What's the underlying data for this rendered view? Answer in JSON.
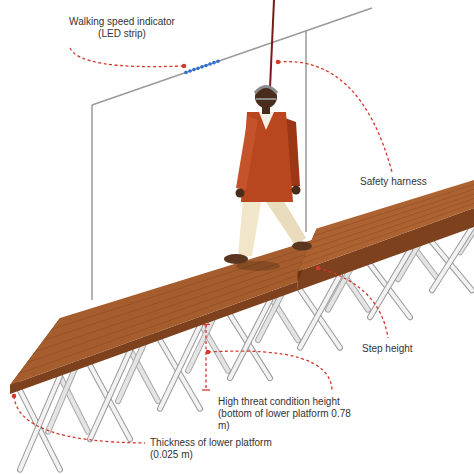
{
  "diagram": {
    "labels": [
      "Walking speed indicator (LED strip)",
      "Safety harness",
      "Step height",
      "High threat condition height (bottom of lower platform 0.78 m)",
      "Thickness of lower platform (0.025 m)"
    ]
  }
}
